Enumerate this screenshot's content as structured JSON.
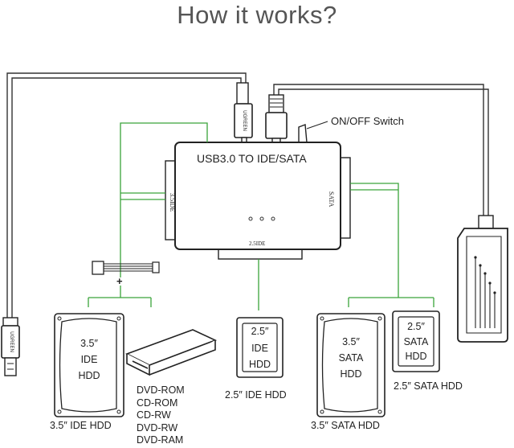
{
  "title": "How it works?",
  "adapter": {
    "label": "USB3.0 TO IDE/SATA",
    "port_35ide": "3.5IDE",
    "port_25ide": "2.5IDE",
    "port_sata": "SATA"
  },
  "switch_label": "ON/OFF Switch",
  "plus_sign": "+",
  "usb_brand": "UGREEN",
  "devices": {
    "ide35": {
      "line1": "3.5″",
      "line2": "IDE",
      "line3": "HDD",
      "caption": "3.5″  IDE HDD"
    },
    "ide25": {
      "line1": "2.5″",
      "line2": "IDE",
      "line3": "HDD",
      "caption": "2.5″  IDE HDD"
    },
    "sata35": {
      "line1": "3.5″",
      "line2": "SATA",
      "line3": "HDD",
      "caption": "3.5″  SATA HDD"
    },
    "sata25": {
      "line1": "2.5″",
      "line2": "SATA",
      "line3": "HDD",
      "caption": "2.5″  SATA HDD"
    },
    "optical": {
      "items": [
        "DVD-ROM",
        "CD-ROM",
        "CD-RW",
        "DVD-RW",
        "DVD-RAM"
      ]
    }
  },
  "colors": {
    "connector_green": "#3aa33a",
    "cable_gray": "#666666",
    "outline": "#222222"
  }
}
